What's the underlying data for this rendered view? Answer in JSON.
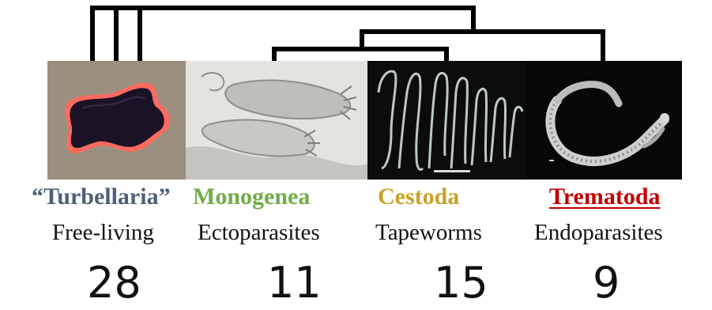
{
  "groups": [
    {
      "name": "“Turbellaria”",
      "description": "Free-living",
      "count": "28",
      "color": "#4e5f7a",
      "underline": false
    },
    {
      "name": "Monogenea",
      "description": "Ectoparasites",
      "count": "11",
      "color": "#70ad47",
      "underline": false
    },
    {
      "name": "Cestoda",
      "description": "Tapeworms",
      "count": "15",
      "color": "#c9a227",
      "underline": false
    },
    {
      "name": "Trematoda",
      "description": "Endoparasites",
      "count": "9",
      "color": "#c00000",
      "underline": true
    }
  ],
  "tree_line_color": "#000000"
}
